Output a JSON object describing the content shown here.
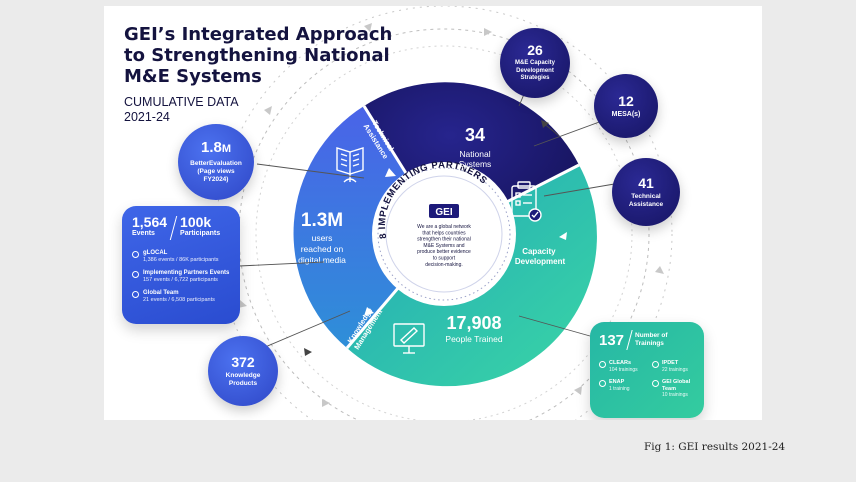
{
  "title": {
    "line1": "GEI’s Integrated Approach",
    "line2": "to Strengthening National",
    "line3": "M&E Systems"
  },
  "subtitle": {
    "line1": "CUMULATIVE DATA",
    "line2": "2021-24"
  },
  "caption": "Fig 1: GEI results 2021-24",
  "colors": {
    "navy": "#1d1a7a",
    "blue": "#3b5fe0",
    "teal": "#23b8a8",
    "dark": "#14133f"
  },
  "center": {
    "arc_label": "8 IMPLEMENTING PARTNERS",
    "logo": "GEI",
    "text": [
      "We are a global network",
      "that helps countries",
      "strengthen their national",
      "M&E Systems and",
      "produce better evidence",
      "to support",
      "decision-making."
    ]
  },
  "segments": {
    "technical": {
      "label1": "Technical",
      "label2": "Assistance",
      "value": "34",
      "desc1": "National",
      "desc2": "Systems"
    },
    "capacity": {
      "label1": "Capacity",
      "label2": "Development",
      "value": "17,908",
      "desc": "People Trained"
    },
    "knowledge": {
      "label1": "Knowledge",
      "label2": "Management",
      "value": "1.3M",
      "desc1": "users",
      "desc2": "reached on",
      "desc3": "digital media"
    }
  },
  "bubbles": {
    "better_eval": {
      "value": "1.8",
      "unit": "M",
      "l1": "BetterEvaluation",
      "l2": "(Page views",
      "l3": "FY2024)"
    },
    "products": {
      "value": "372",
      "l1": "Knowledge",
      "l2": "Products"
    },
    "strategies": {
      "value": "26",
      "l1": "M&E Capacity",
      "l2": "Development",
      "l3": "Strategies"
    },
    "mesa": {
      "value": "12",
      "l1": "MESA(s)"
    },
    "ta": {
      "value": "41",
      "l1": "Technical",
      "l2": "Assistance"
    }
  },
  "events_box": {
    "events_value": "1,564",
    "events_label": "Events",
    "participants_value": "100k",
    "participants_label": "Participants",
    "items": [
      {
        "title": "gLOCAL",
        "detail": "1,386 events / 86K participants"
      },
      {
        "title": "Implementing Partners Events",
        "detail": "157 events / 6,722 participants"
      },
      {
        "title": "Global Team",
        "detail": "21 events / 6,508 participants"
      }
    ]
  },
  "trainings_box": {
    "value": "137",
    "label1": "Number of",
    "label2": "Trainings",
    "items": [
      {
        "title": "CLEARs",
        "detail": "104 trainings"
      },
      {
        "title": "IPDET",
        "detail": "22 trainings"
      },
      {
        "title": "ENAP",
        "detail": "1 training"
      },
      {
        "title": "GEI Global Team",
        "detail": "10 trainings"
      }
    ]
  }
}
